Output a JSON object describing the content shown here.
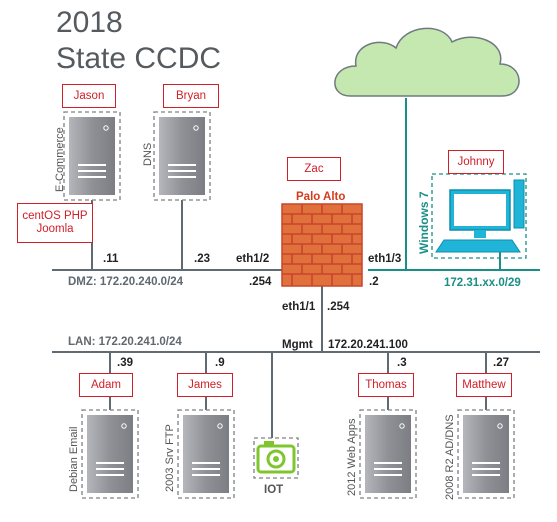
{
  "title": {
    "year": "2018",
    "name": "State CCDC"
  },
  "tags": {
    "jason": "Jason",
    "bryan": "Bryan",
    "zac": "Zac",
    "johnny": "Johnny",
    "centos": "centOS PHP\nJoomla",
    "adam": "Adam",
    "james": "James",
    "thomas": "Thomas",
    "matthew": "Matthew"
  },
  "servers": {
    "ecommerce": "E-Commerce",
    "dns": "DNS",
    "debian": "Debian Email",
    "ftp": "2003 Srv FTP",
    "webapps": "2012 Web Apps",
    "ad": "2008 R2 AD/DNS",
    "windows": "Windows 7"
  },
  "firewall": {
    "name": "Palo Alto"
  },
  "ports": {
    "eth12": "eth1/2",
    "eth13": "eth1/3",
    "eth11": "eth1/1",
    "p254a": ".254",
    "p254b": ".254",
    "p2": ".2",
    "mgmt": "Mgmt",
    "mgmt_ip": "172.20.241.100"
  },
  "hosts": {
    "h11": ".11",
    "h23": ".23",
    "h39": ".39",
    "h9": ".9",
    "h3": ".3",
    "h27": ".27"
  },
  "networks": {
    "dmz": "DMZ: 172.20.240.0/24",
    "lan": "LAN: 172.20.241.0/24",
    "ext": "172.31.xx.0/29"
  },
  "iot": "IOT",
  "colors": {
    "line": "#5f6a72",
    "teal": "#1a8f87",
    "brick": "#e0703c",
    "mortar": "#c8452a",
    "server": "#9a9ca2",
    "tag": "#d0202a",
    "cloud": "#c5e8b0"
  }
}
